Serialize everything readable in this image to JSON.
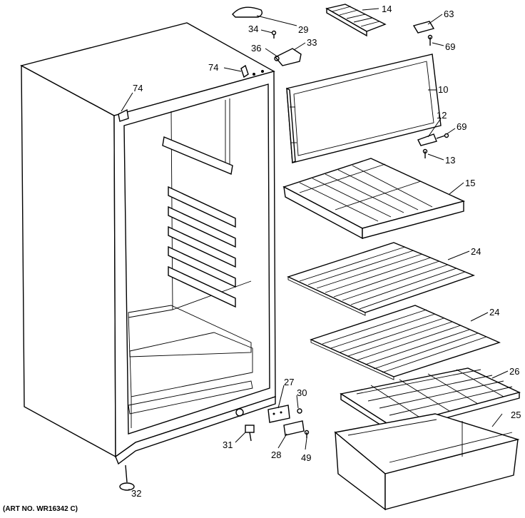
{
  "art_number": "(ART NO. WR16342 C)",
  "callouts": [
    {
      "id": "c14",
      "label": "14"
    },
    {
      "id": "c63",
      "label": "63"
    },
    {
      "id": "c34",
      "label": "34"
    },
    {
      "id": "c29",
      "label": "29"
    },
    {
      "id": "c69a",
      "label": "69"
    },
    {
      "id": "c36",
      "label": "36"
    },
    {
      "id": "c33",
      "label": "33"
    },
    {
      "id": "c74a",
      "label": "74"
    },
    {
      "id": "c74b",
      "label": "74"
    },
    {
      "id": "c10",
      "label": "10"
    },
    {
      "id": "c12",
      "label": "12"
    },
    {
      "id": "c69b",
      "label": "69"
    },
    {
      "id": "c13",
      "label": "13"
    },
    {
      "id": "c15",
      "label": "15"
    },
    {
      "id": "c24a",
      "label": "24"
    },
    {
      "id": "c24b",
      "label": "24"
    },
    {
      "id": "c26",
      "label": "26"
    },
    {
      "id": "c27",
      "label": "27"
    },
    {
      "id": "c30",
      "label": "30"
    },
    {
      "id": "c25",
      "label": "25"
    },
    {
      "id": "c31",
      "label": "31"
    },
    {
      "id": "c28",
      "label": "28"
    },
    {
      "id": "c49",
      "label": "49"
    },
    {
      "id": "c32",
      "label": "32"
    }
  ]
}
